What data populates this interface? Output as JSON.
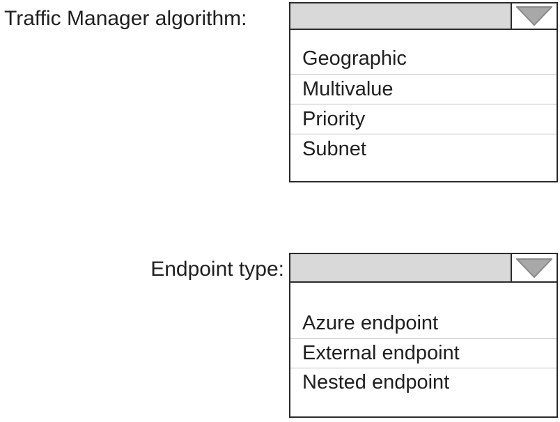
{
  "colors": {
    "background": "#ffffff",
    "text": "#1f1f1f",
    "select_fill": "#d9d9d9",
    "box_border": "#2b2b2b",
    "row_divider": "#c2c2c2",
    "arrow_fill": "#a8a8a8",
    "arrow_outline": "#8a8a8a"
  },
  "icons": {
    "dropdown_arrow": "triangle-down"
  },
  "fields": [
    {
      "label": "Traffic Manager algorithm:",
      "dropdown": {
        "selected_value": "",
        "options": [
          "Geographic",
          "Multivalue",
          "Priority",
          "Subnet"
        ]
      }
    },
    {
      "label": "Endpoint type:",
      "dropdown": {
        "selected_value": "",
        "options": [
          "Azure endpoint",
          "External endpoint",
          "Nested endpoint"
        ]
      }
    }
  ]
}
